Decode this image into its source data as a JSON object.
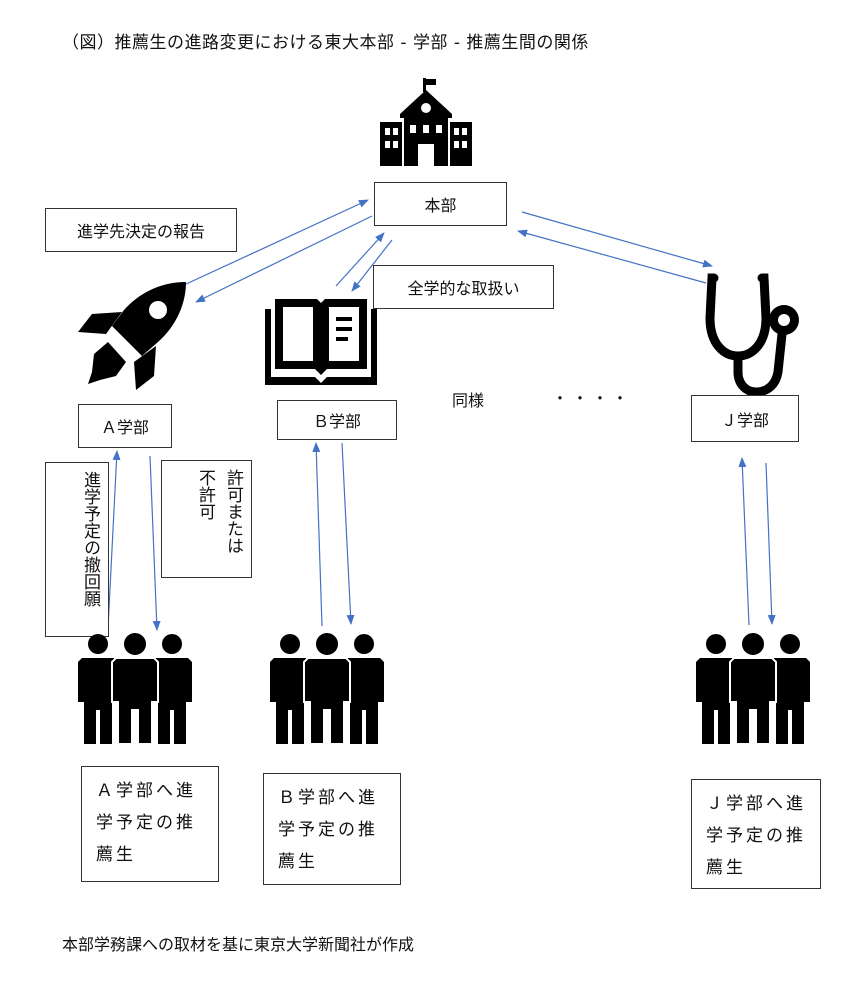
{
  "title": "（図）推薦生の進路変更における東大本部 - 学部 - 推薦生間の関係",
  "nodes": {
    "honbu": "本部",
    "a_faculty": "Ａ学部",
    "b_faculty": "Ｂ学部",
    "j_faculty": "Ｊ学部"
  },
  "labels": {
    "report": "進学先決定の報告",
    "uniform": "全学的な取扱い",
    "same": "同様",
    "dots": "・・・・",
    "withdraw": "進学予定の撤回願",
    "permit": "許可または不許可"
  },
  "students": {
    "a": "Ａ学部へ進学予定の推薦生",
    "b": "Ｂ学部へ進学予定の推薦生",
    "j": "Ｊ学部へ進学予定の推薦生"
  },
  "caption": "本部学務課への取材を基に東京大学新聞社が作成",
  "colors": {
    "arrow": "#4472c4",
    "icon": "#000000"
  },
  "icons": [
    "school-building-icon",
    "rocket-icon",
    "open-book-icon",
    "stethoscope-icon",
    "people-group-icon"
  ]
}
